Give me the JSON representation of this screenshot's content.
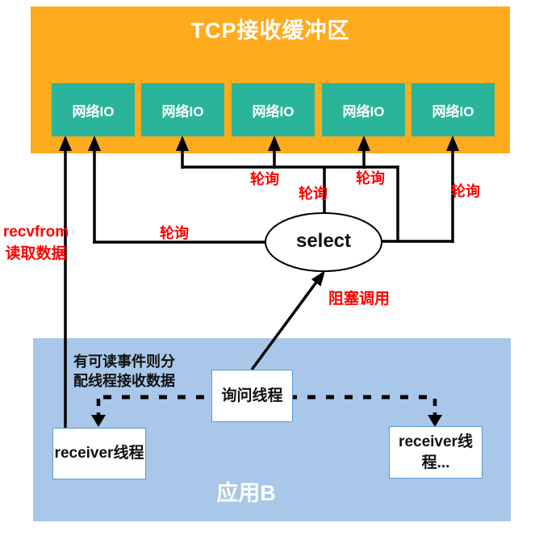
{
  "buffer": {
    "title": "TCP接收缓冲区",
    "io_boxes": [
      "网络IO",
      "网络IO",
      "网络IO",
      "网络IO",
      "网络IO"
    ]
  },
  "select": {
    "label": "select"
  },
  "labels": {
    "polling": [
      "轮询",
      "轮询",
      "轮询",
      "轮询",
      "轮询"
    ],
    "recvfrom_line1": "recvfrom",
    "recvfrom_line2": "读取数据",
    "blocking_call": "阻塞调用",
    "dispatch_note_line1": "有可读事件则分",
    "dispatch_note_line2": "配线程接收数据"
  },
  "app": {
    "title": "应用B",
    "query_thread": "询问线程",
    "receiver_thread_left": "receiver线程",
    "receiver_thread_right_line1": "receiver线",
    "receiver_thread_right_line2": "程..."
  },
  "colors": {
    "buffer_bg": "#FFAB1E",
    "io_box_bg": "#2AB59A",
    "app_bg": "#A9C7E8",
    "thread_box_border": "#5B9BD5",
    "annotation_red": "#FF0000",
    "line_black": "#000000"
  }
}
